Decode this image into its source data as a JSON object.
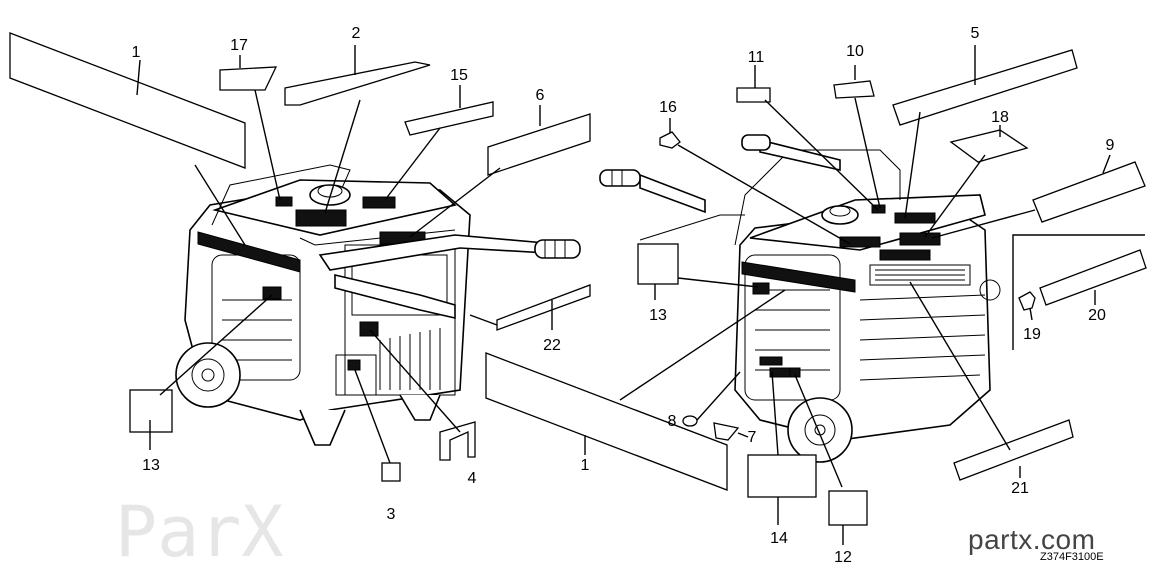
{
  "diagram": {
    "watermark": "ParX",
    "brand": "partx.com",
    "code": "Z374F3100E",
    "callouts": [
      "1",
      "17",
      "2",
      "15",
      "6",
      "22",
      "13",
      "3",
      "4",
      "16",
      "11",
      "10",
      "5",
      "18",
      "9",
      "13",
      "20",
      "19",
      "8",
      "7",
      "1",
      "14",
      "12",
      "21"
    ]
  }
}
